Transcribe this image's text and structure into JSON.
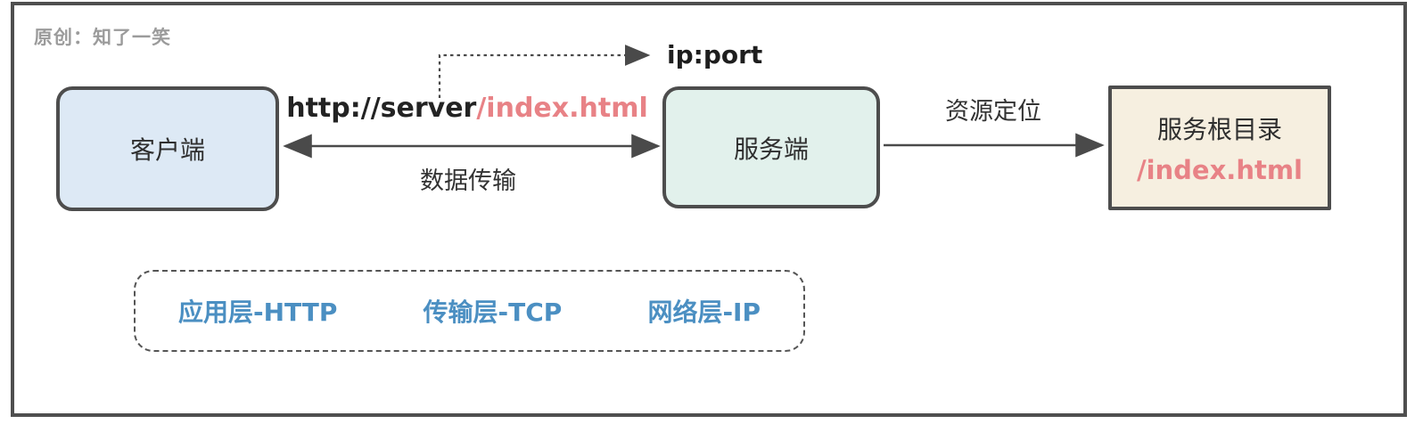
{
  "watermark": "原创：知了一笑",
  "nodes": {
    "client": {
      "label": "客户端"
    },
    "server": {
      "label": "服务端"
    },
    "root_dir": {
      "label": "服务根目录",
      "path": "/index.html"
    }
  },
  "edges": {
    "client_server": {
      "url_black": "http://server",
      "url_red": "/index.html",
      "below_label": "数据传输"
    },
    "dns": {
      "label": "ip:port"
    },
    "server_root": {
      "label": "资源定位"
    }
  },
  "layers": {
    "items": [
      {
        "label": "应用层-HTTP"
      },
      {
        "label": "传输层-TCP"
      },
      {
        "label": "网络层-IP"
      }
    ]
  },
  "colors": {
    "client_fill": "#dde9f5",
    "server_fill": "#e2f1ec",
    "root_fill": "#f6efe0",
    "border": "#4d4d4d",
    "accent_red": "#e88286",
    "accent_blue": "#4b8fc2",
    "watermark_gray": "#9b9b9b"
  }
}
